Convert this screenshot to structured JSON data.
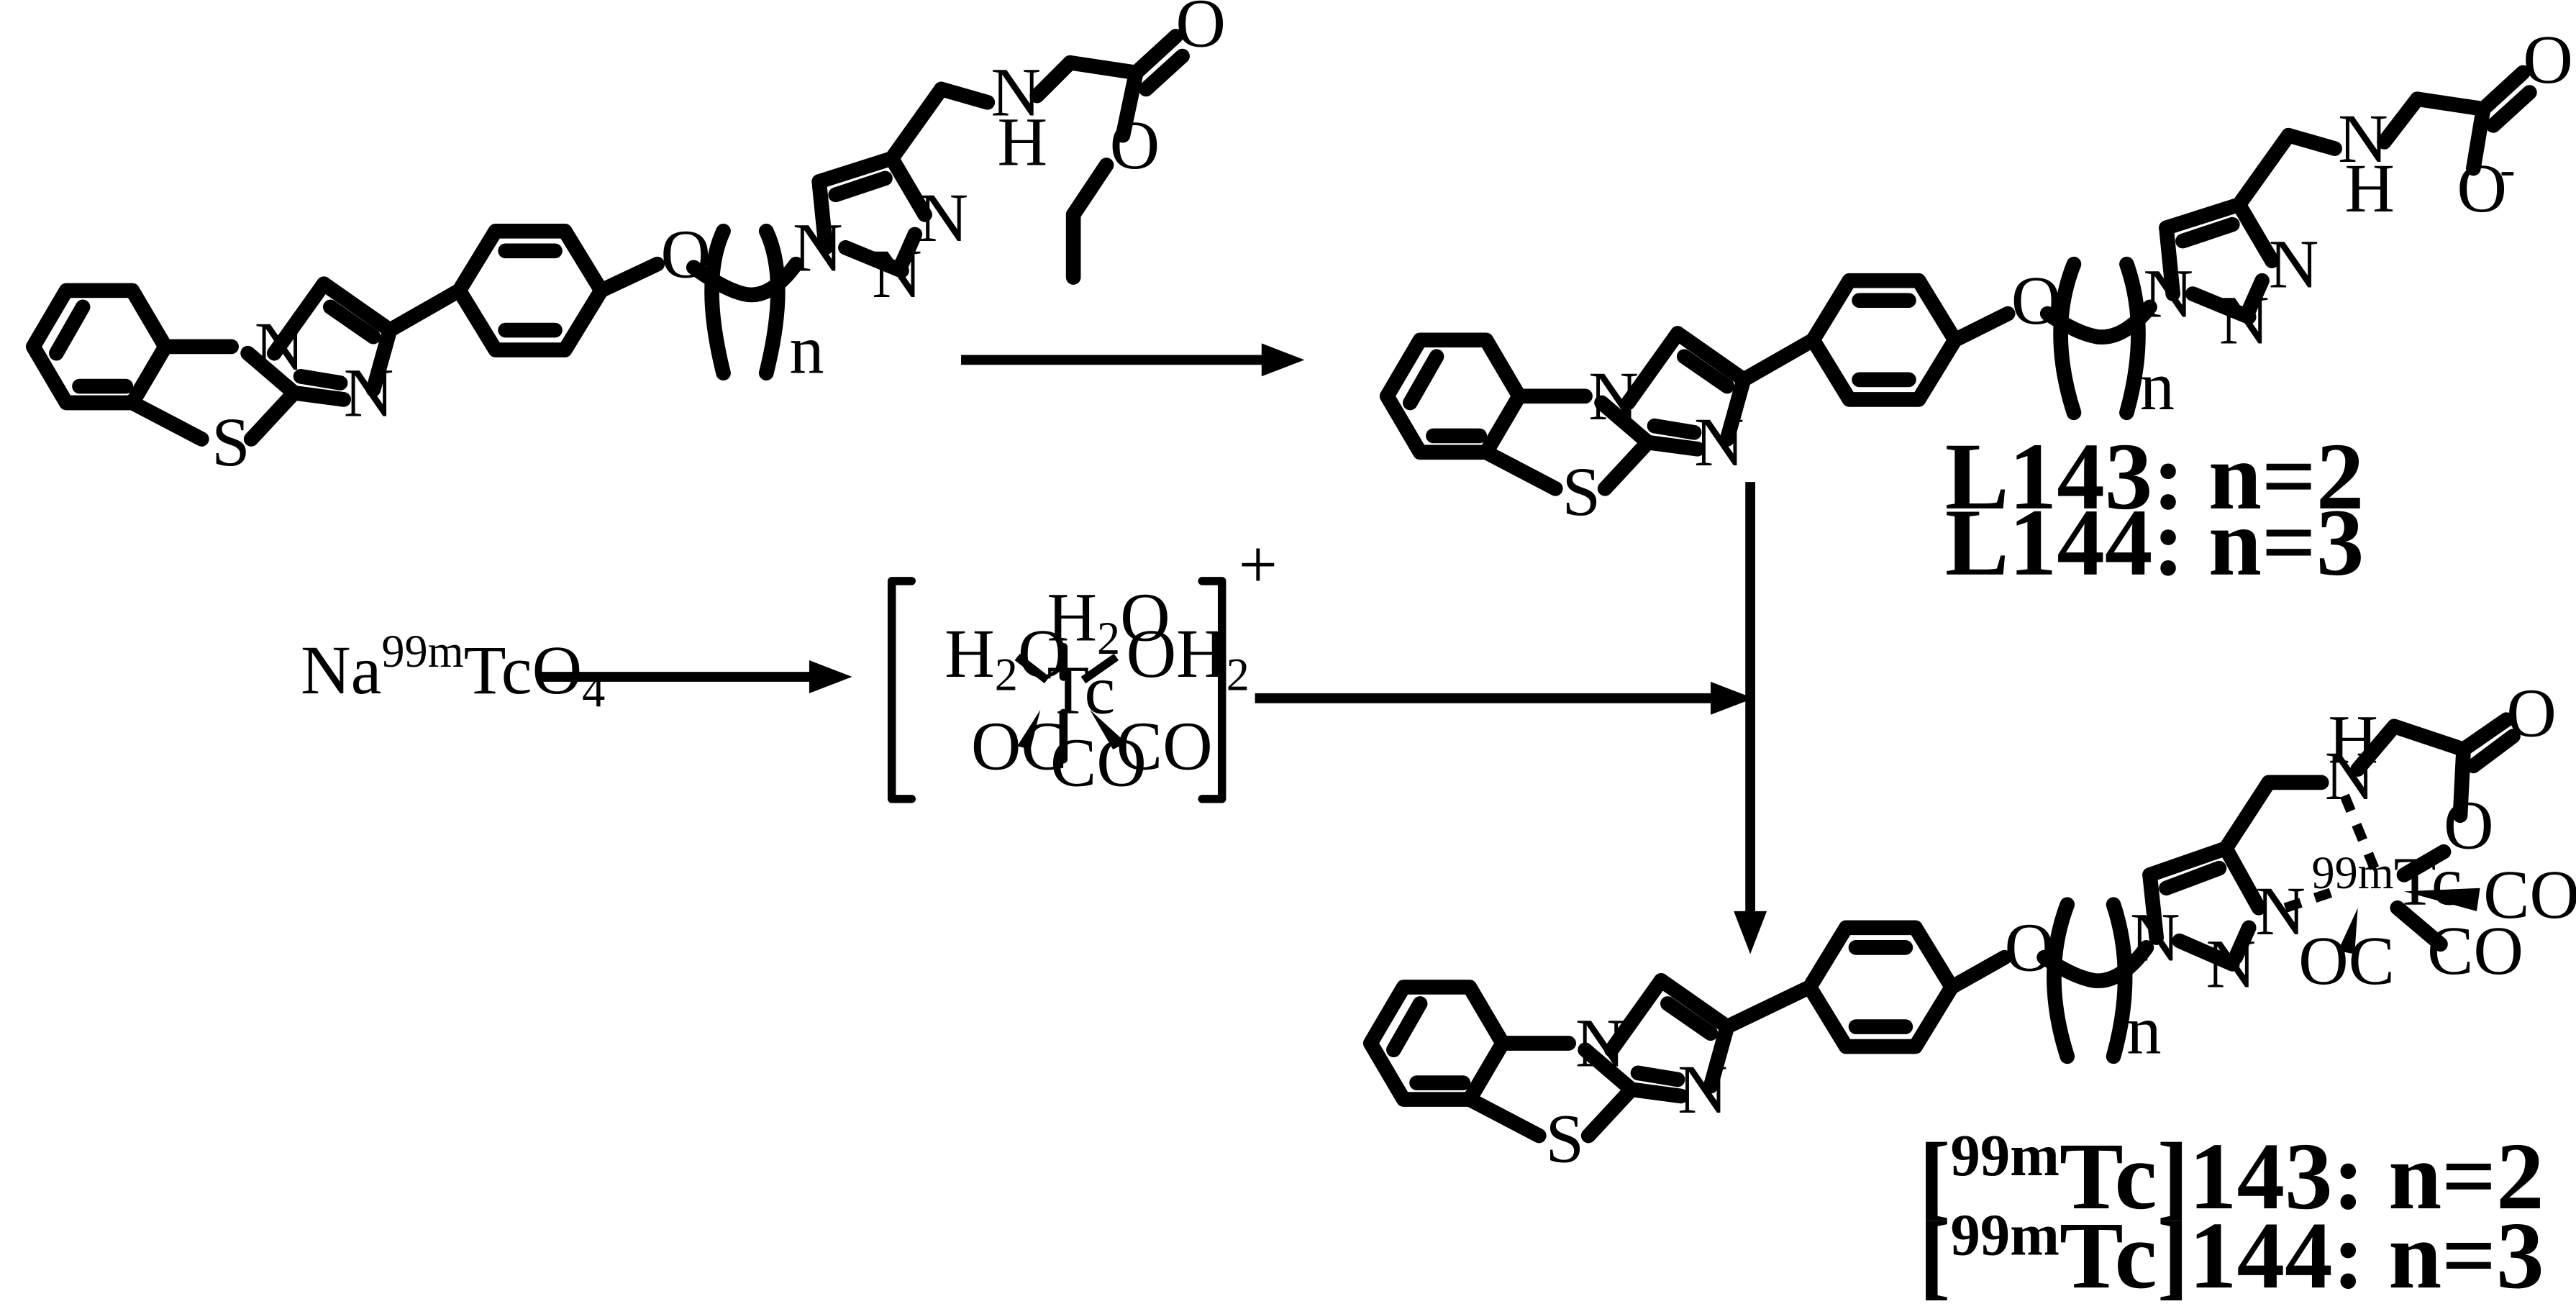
{
  "atoms": {
    "N": "N",
    "S": "S",
    "O": "O",
    "H": "H",
    "n": "n"
  },
  "ester": {
    "carbonyl_O": "O",
    "ether_O": "O",
    "NH_N": "N",
    "NH_H": "H"
  },
  "acid": {
    "carbonyl_O": "O",
    "anion_O": "O",
    "charge": "-"
  },
  "reagents": {
    "pertechnetate": {
      "prefix": "Na",
      "isotope": "99m",
      "element": "Tc",
      "suffix": "O",
      "subscript": "4"
    },
    "precursor_charge": "+",
    "metal": "Tc",
    "water": {
      "H": "H",
      "sub": "2",
      "O": "O"
    },
    "co": "CO",
    "oc": "OC"
  },
  "labels": {
    "L143": "L143: n=2",
    "L144": "L144: n=3",
    "tc143": {
      "open": "[",
      "isotope": "99m",
      "rest": "Tc]143: n=2"
    },
    "tc144": {
      "open": "[",
      "isotope": "99m",
      "rest": "Tc]144: n=3"
    }
  },
  "complex": {
    "metal_isotope": "99m",
    "metal": "Tc",
    "co": "CO",
    "oc": "OC"
  }
}
